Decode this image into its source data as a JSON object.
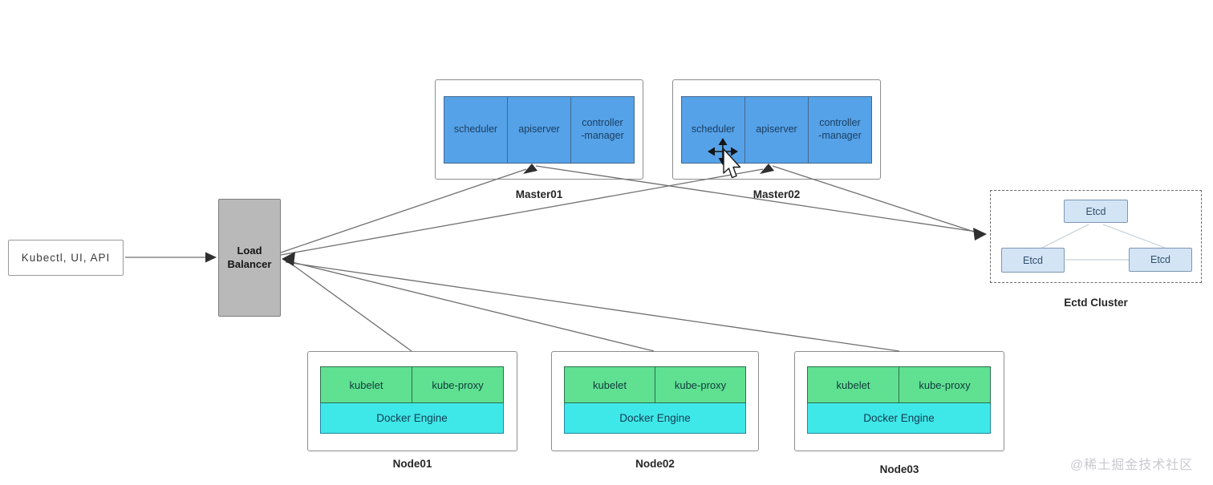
{
  "client": {
    "label": "Kubectl, UI, API"
  },
  "load_balancer": {
    "label": "Load\nBalancer"
  },
  "masters": [
    {
      "name": "Master01",
      "components": [
        "scheduler",
        "apiserver",
        "controller\n-manager"
      ]
    },
    {
      "name": "Master02",
      "components": [
        "scheduler",
        "apiserver",
        "controller\n-manager"
      ]
    }
  ],
  "etcd_cluster": {
    "label": "Ectd Cluster",
    "nodes": [
      "Etcd",
      "Etcd",
      "Etcd"
    ]
  },
  "workers": [
    {
      "name": "Node01",
      "components": [
        "kubelet",
        "kube-proxy"
      ],
      "engine": "Docker Engine"
    },
    {
      "name": "Node02",
      "components": [
        "kubelet",
        "kube-proxy"
      ],
      "engine": "Docker Engine"
    },
    {
      "name": "Node03",
      "components": [
        "kubelet",
        "kube-proxy"
      ],
      "engine": "Docker Engine"
    }
  ],
  "watermark": "@稀土掘金技术社区",
  "colors": {
    "master_component_fill": "#55a2e8",
    "etcd_fill": "#d3e4f5",
    "node_component_fill": "#5fe191",
    "docker_engine_fill": "#3fe8e8",
    "load_balancer_fill": "#b9b9b9",
    "connector_line": "#6f6f6f"
  }
}
